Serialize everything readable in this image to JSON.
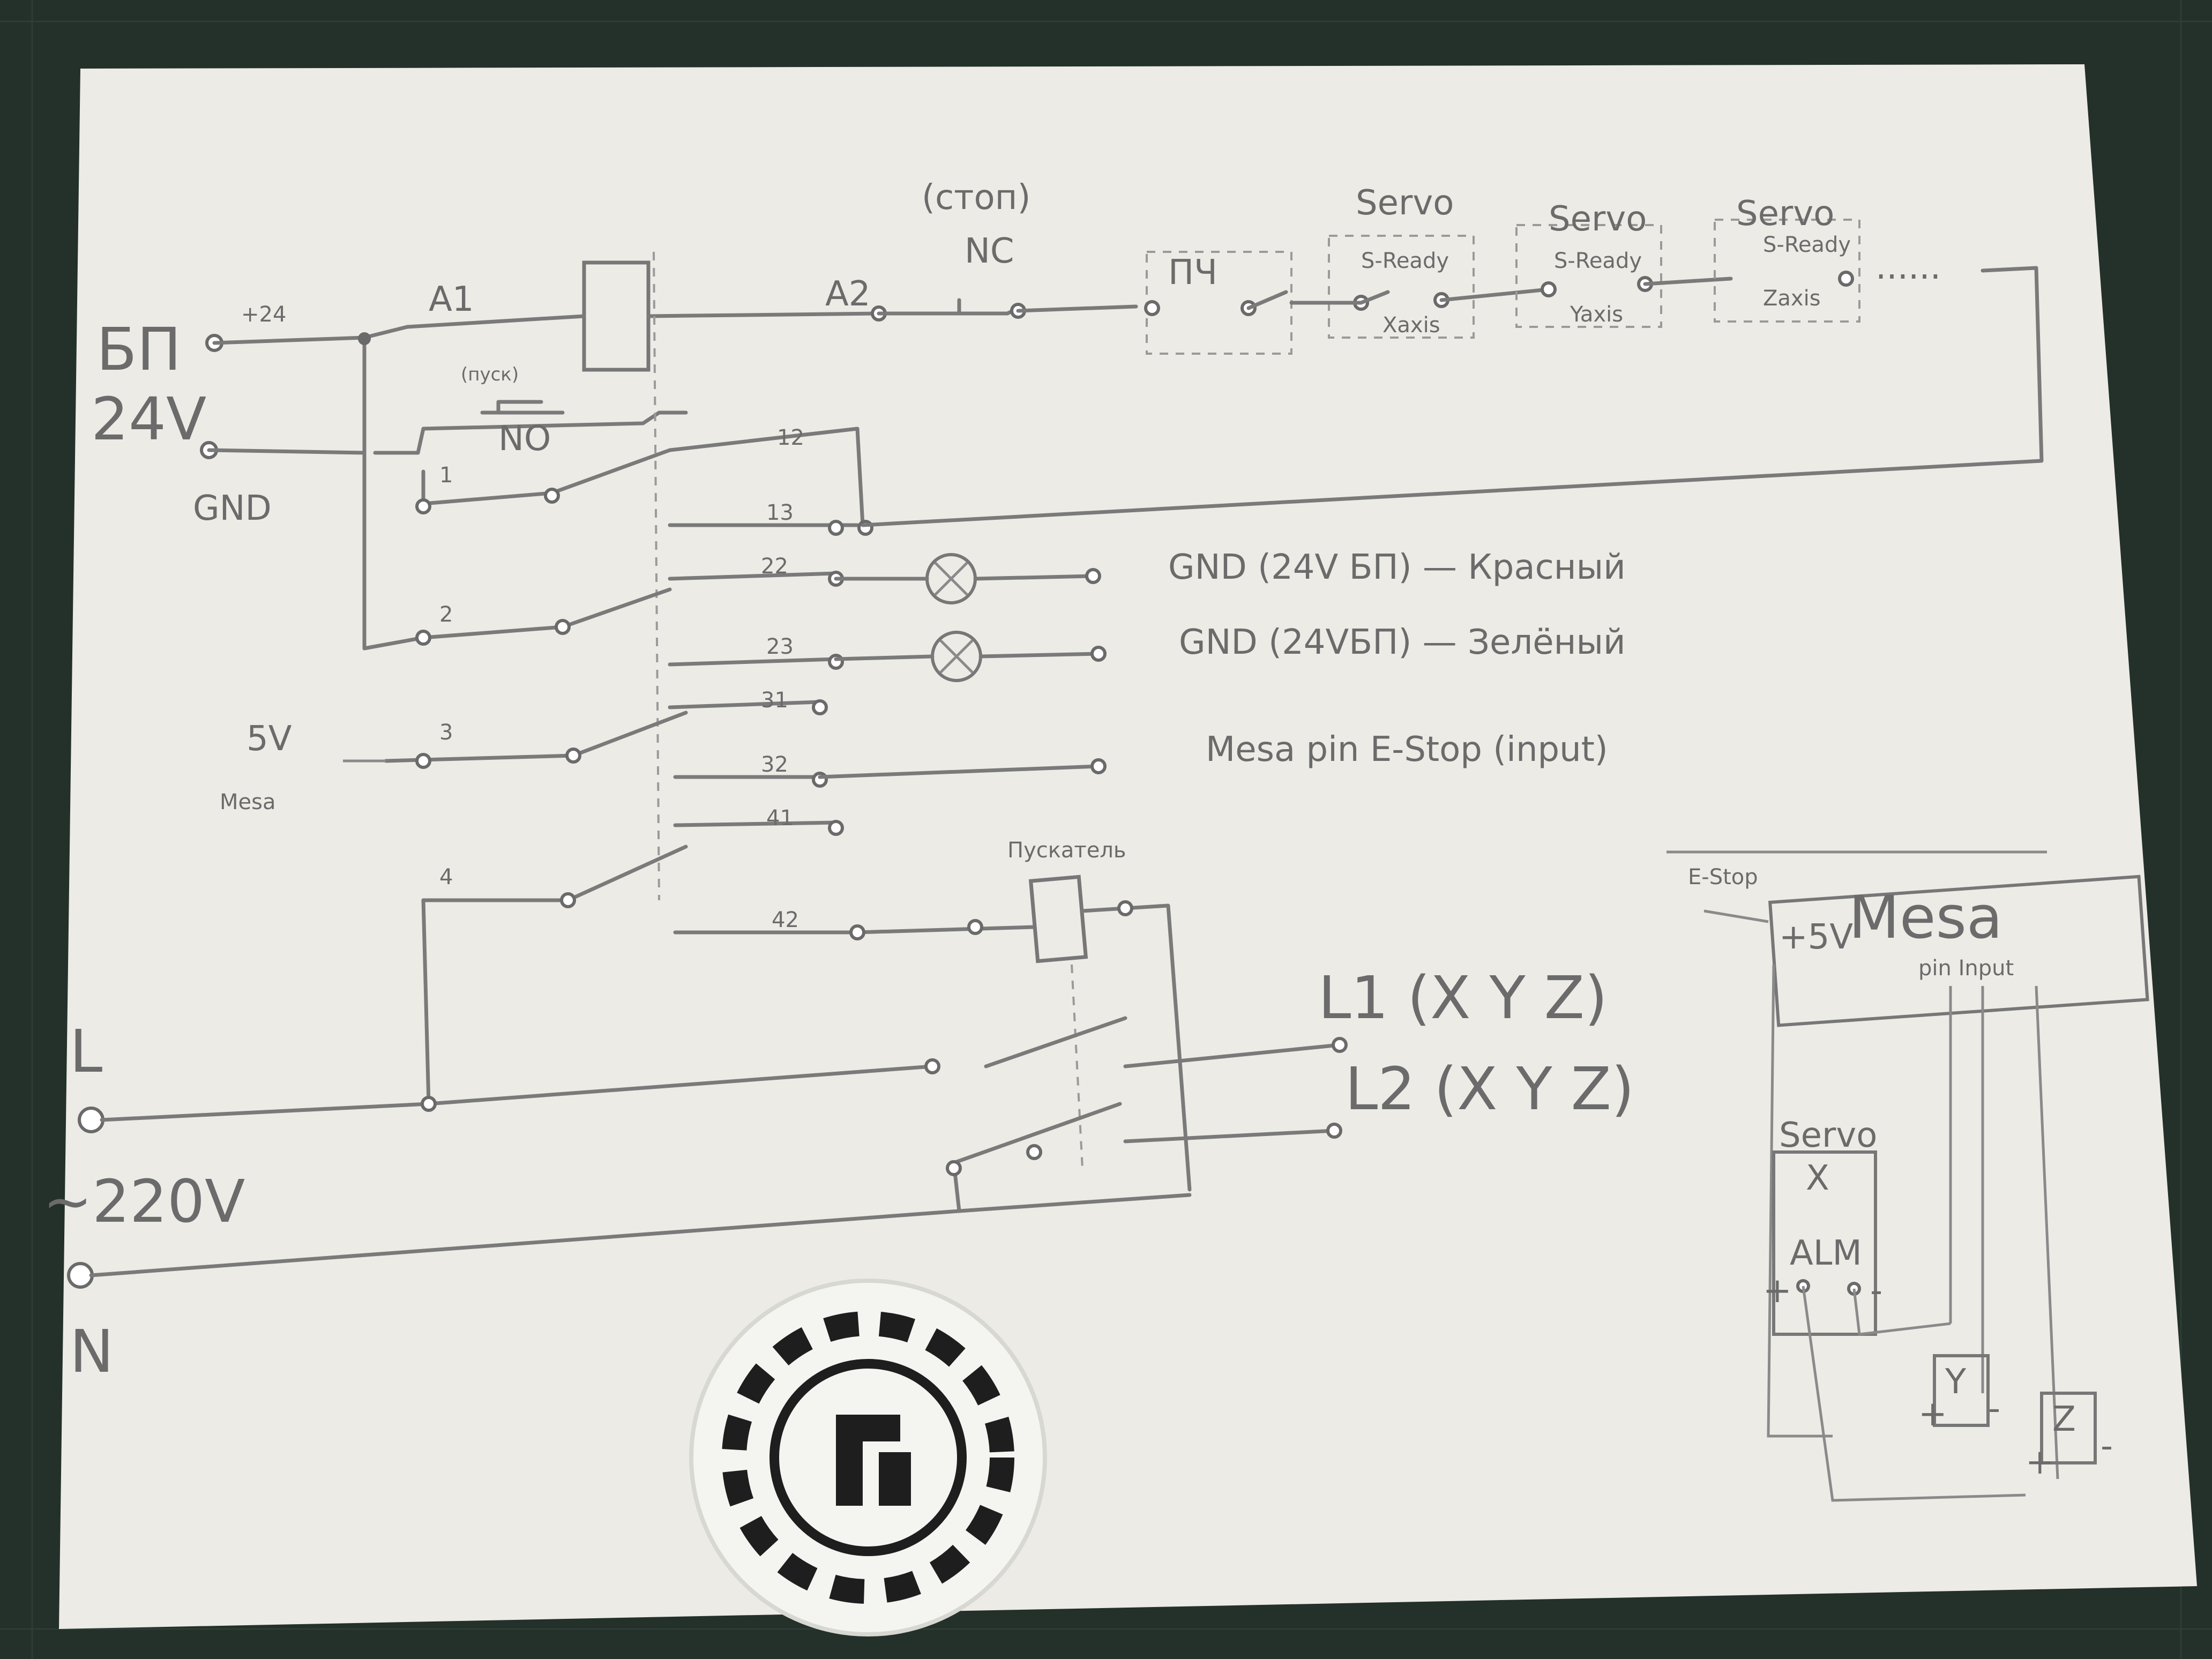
{
  "diagram": {
    "psu": {
      "label_bp": "БП",
      "label_24v": "24V",
      "plus24": "+24",
      "gnd": "GND"
    },
    "relay": {
      "a1": "A1",
      "a2": "A2"
    },
    "stop_button": {
      "caption": "(стоп)",
      "type": "NC"
    },
    "start_button": {
      "caption": "(пуск)",
      "type": "NO"
    },
    "drive_chain": {
      "vfd": "ПЧ",
      "servos": [
        {
          "title": "Servo",
          "signal": "S-Ready",
          "axis": "Xaxis"
        },
        {
          "title": "Servo",
          "signal": "S-Ready",
          "axis": "Yaxis"
        },
        {
          "title": "Servo",
          "signal": "S-Ready",
          "axis": "Zaxis"
        }
      ],
      "continuation": "......"
    },
    "contacts": [
      {
        "common": "1",
        "nc": "12",
        "no": "13"
      },
      {
        "common": "2",
        "nc": "22",
        "no": "23"
      },
      {
        "common": "3",
        "nc": "31",
        "no": "32"
      },
      {
        "common": "4",
        "nc": "41",
        "no": "42"
      }
    ],
    "outputs": [
      "GND (24V БП) — Красный",
      "GND (24VБП) — Зелёный",
      "Mesa pin E-Stop (input)"
    ],
    "mesa_5v": {
      "voltage": "5V",
      "source": "Mesa"
    },
    "contactor": {
      "label": "Пускатель"
    },
    "mains": {
      "l": "L",
      "voltage": "~220V",
      "n": "N"
    },
    "loads": [
      "L1 (X Y Z)",
      "L2 (X Y Z)"
    ],
    "inset": {
      "estop": "E-Stop",
      "mesa": "Mesa",
      "plus5v": "+5V",
      "pin_input": "pin Input",
      "servo_title": "Servo",
      "servo_x": "X",
      "alm": "ALM",
      "servo_y": "Y",
      "servo_z": "Z",
      "plus": "+",
      "minus": "-"
    }
  }
}
